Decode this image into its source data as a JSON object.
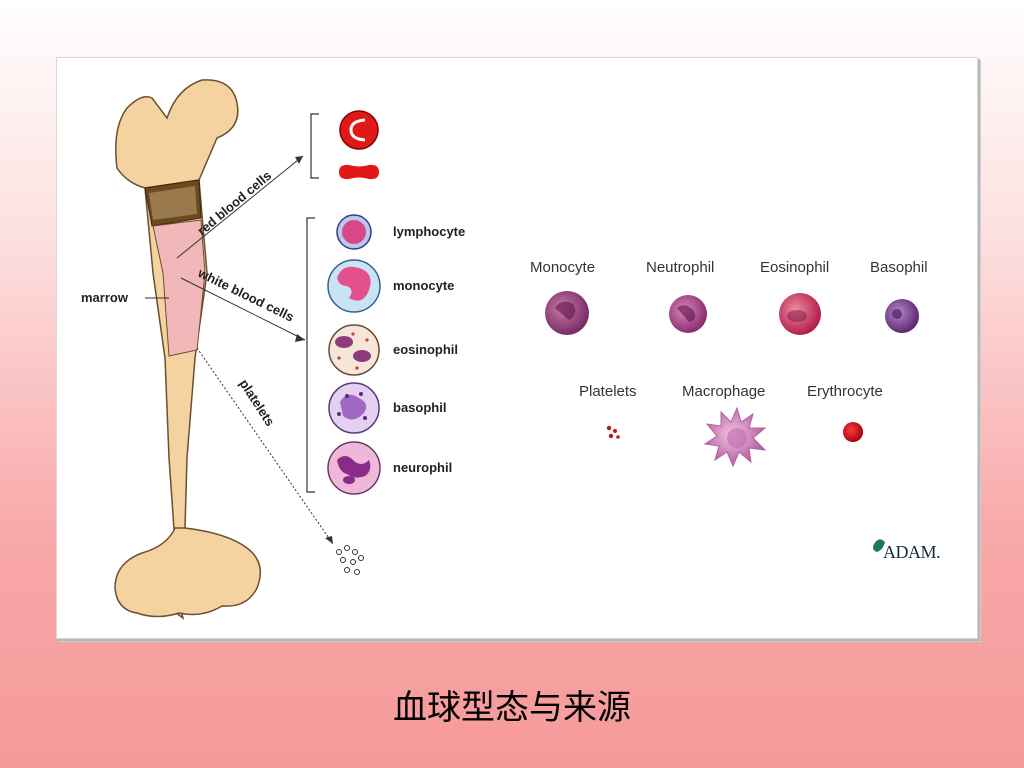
{
  "diagram": {
    "bone_labels": {
      "marrow": "marrow",
      "red_blood_cells": "red blood cells",
      "white_blood_cells": "white blood cells",
      "platelets": "platelets"
    },
    "white_cells": [
      "lymphocyte",
      "monocyte",
      "eosinophil",
      "basophil",
      "neurophil"
    ],
    "gallery_row1": [
      "Monocyte",
      "Neutrophil",
      "Eosinophil",
      "Basophil"
    ],
    "gallery_row2": [
      "Platelets",
      "Macrophage",
      "Erythrocyte"
    ],
    "logo": "ADAM."
  },
  "caption": "血球型态与来源"
}
